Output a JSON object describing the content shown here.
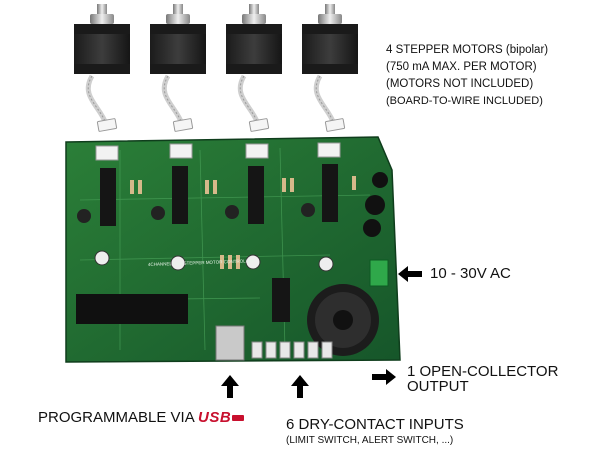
{
  "motors": {
    "count": 4,
    "line1": "4 STEPPER MOTORS (bipolar)",
    "line2": "(750 mA MAX. PER MOTOR)",
    "line3": "(MOTORS NOT INCLUDED)",
    "line4": "(BOARD-TO-WIRE INCLUDED)"
  },
  "power": {
    "label": "10 - 30V AC"
  },
  "output": {
    "line1": "1 OPEN-COLLECTOR",
    "line2": "OUTPUT"
  },
  "programming": {
    "label": "PROGRAMMABLE VIA",
    "usb_logo": "USB"
  },
  "inputs": {
    "label": "6 DRY-CONTACT INPUTS",
    "sublabel": "(LIMIT SWITCH, ALERT SWITCH, ...)"
  },
  "board": {
    "silkscreen_title": "4CHANNEL USB STEPPER MOTOR CONTROLLER",
    "board_color": "#1e6b2c",
    "motor_color": "#2a2a2a"
  }
}
